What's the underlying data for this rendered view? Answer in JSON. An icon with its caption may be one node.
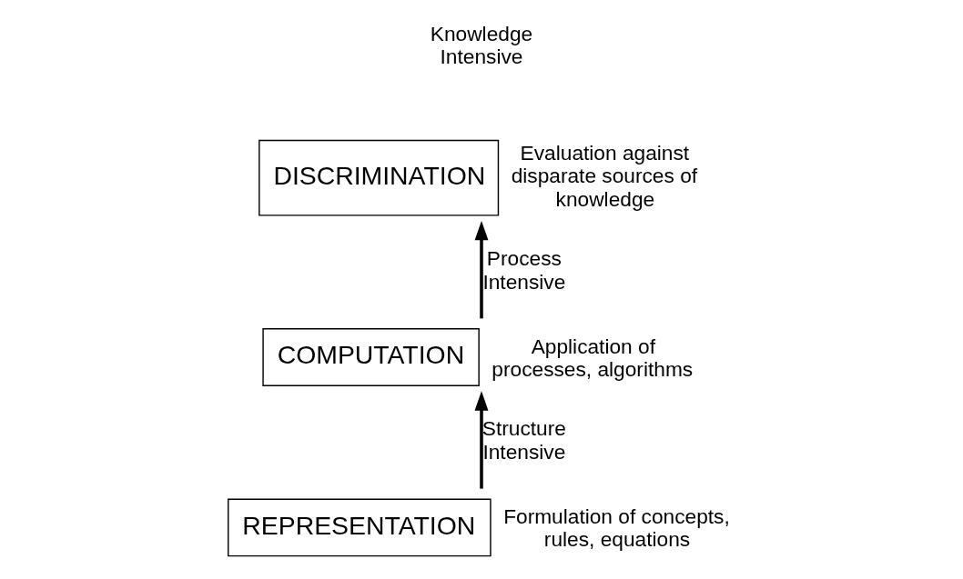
{
  "diagram": {
    "nodes": [
      {
        "text": [
          "REPRESENTATION"
        ],
        "beside": [
          "Formulation of concepts, rules, equations"
        ]
      },
      {
        "text": [
          "COMPUTATION"
        ],
        "beside": [
          "Application of processes, algorithms"
        ]
      },
      {
        "text": [
          "DISCRIMINATION"
        ],
        "beside": [
          "Evaluation against disparate sources of knowledge"
        ]
      }
    ],
    "edges": [
      {
        "from": 0,
        "to": 1,
        "arrow": "to",
        "label": "Structure Intensive"
      },
      {
        "from": 1,
        "to": 2,
        "arrow": "to",
        "label": "Process Intensive"
      }
    ],
    "labels": [
      "Knowledge Intensive"
    ]
  }
}
